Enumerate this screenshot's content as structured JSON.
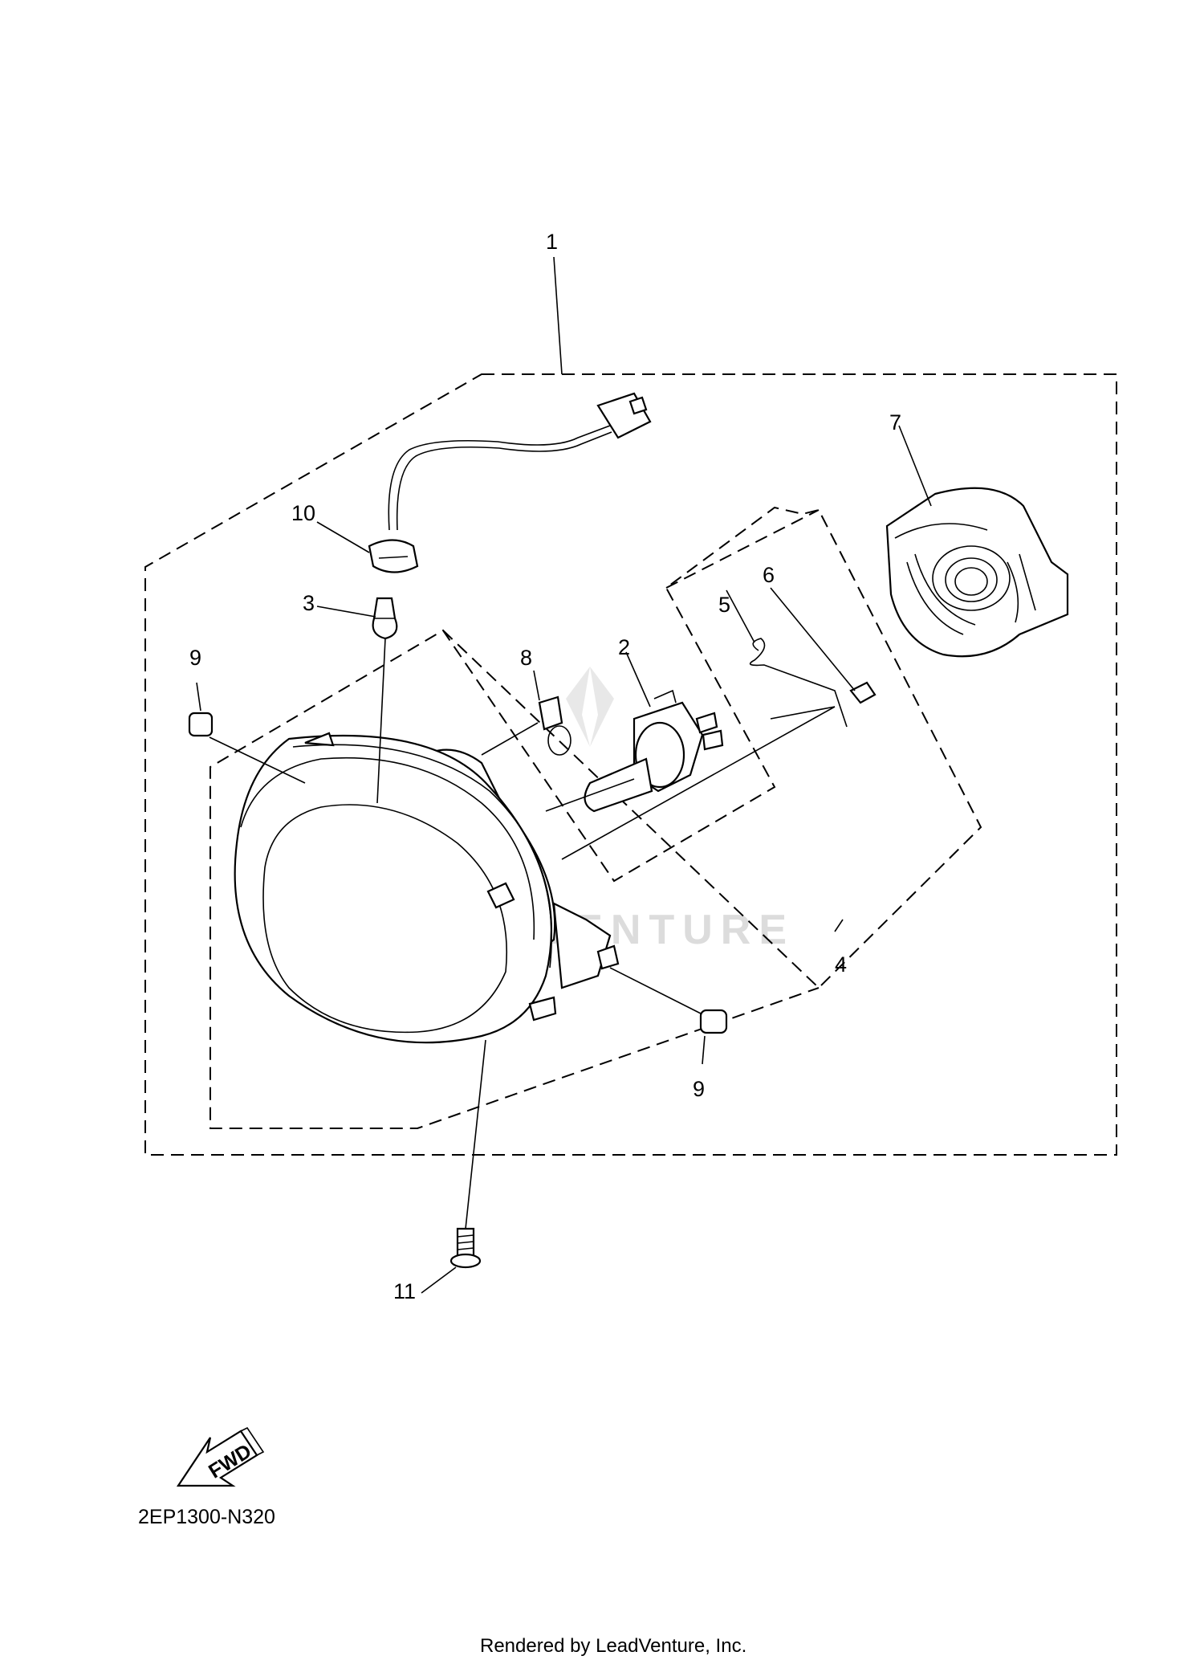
{
  "diagram": {
    "callouts": [
      {
        "id": "1",
        "label": "1"
      },
      {
        "id": "2",
        "label": "2"
      },
      {
        "id": "3",
        "label": "3"
      },
      {
        "id": "4",
        "label": "4"
      },
      {
        "id": "5",
        "label": "5"
      },
      {
        "id": "6",
        "label": "6"
      },
      {
        "id": "7",
        "label": "7"
      },
      {
        "id": "8",
        "label": "8"
      },
      {
        "id": "9a",
        "label": "9"
      },
      {
        "id": "9b",
        "label": "9"
      },
      {
        "id": "10",
        "label": "10"
      },
      {
        "id": "11",
        "label": "11"
      }
    ],
    "direction_label": "FWD",
    "diagram_code": "2EP1300-N320",
    "watermark": "LEADVENTURE",
    "footer": "Rendered by LeadVenture, Inc."
  }
}
